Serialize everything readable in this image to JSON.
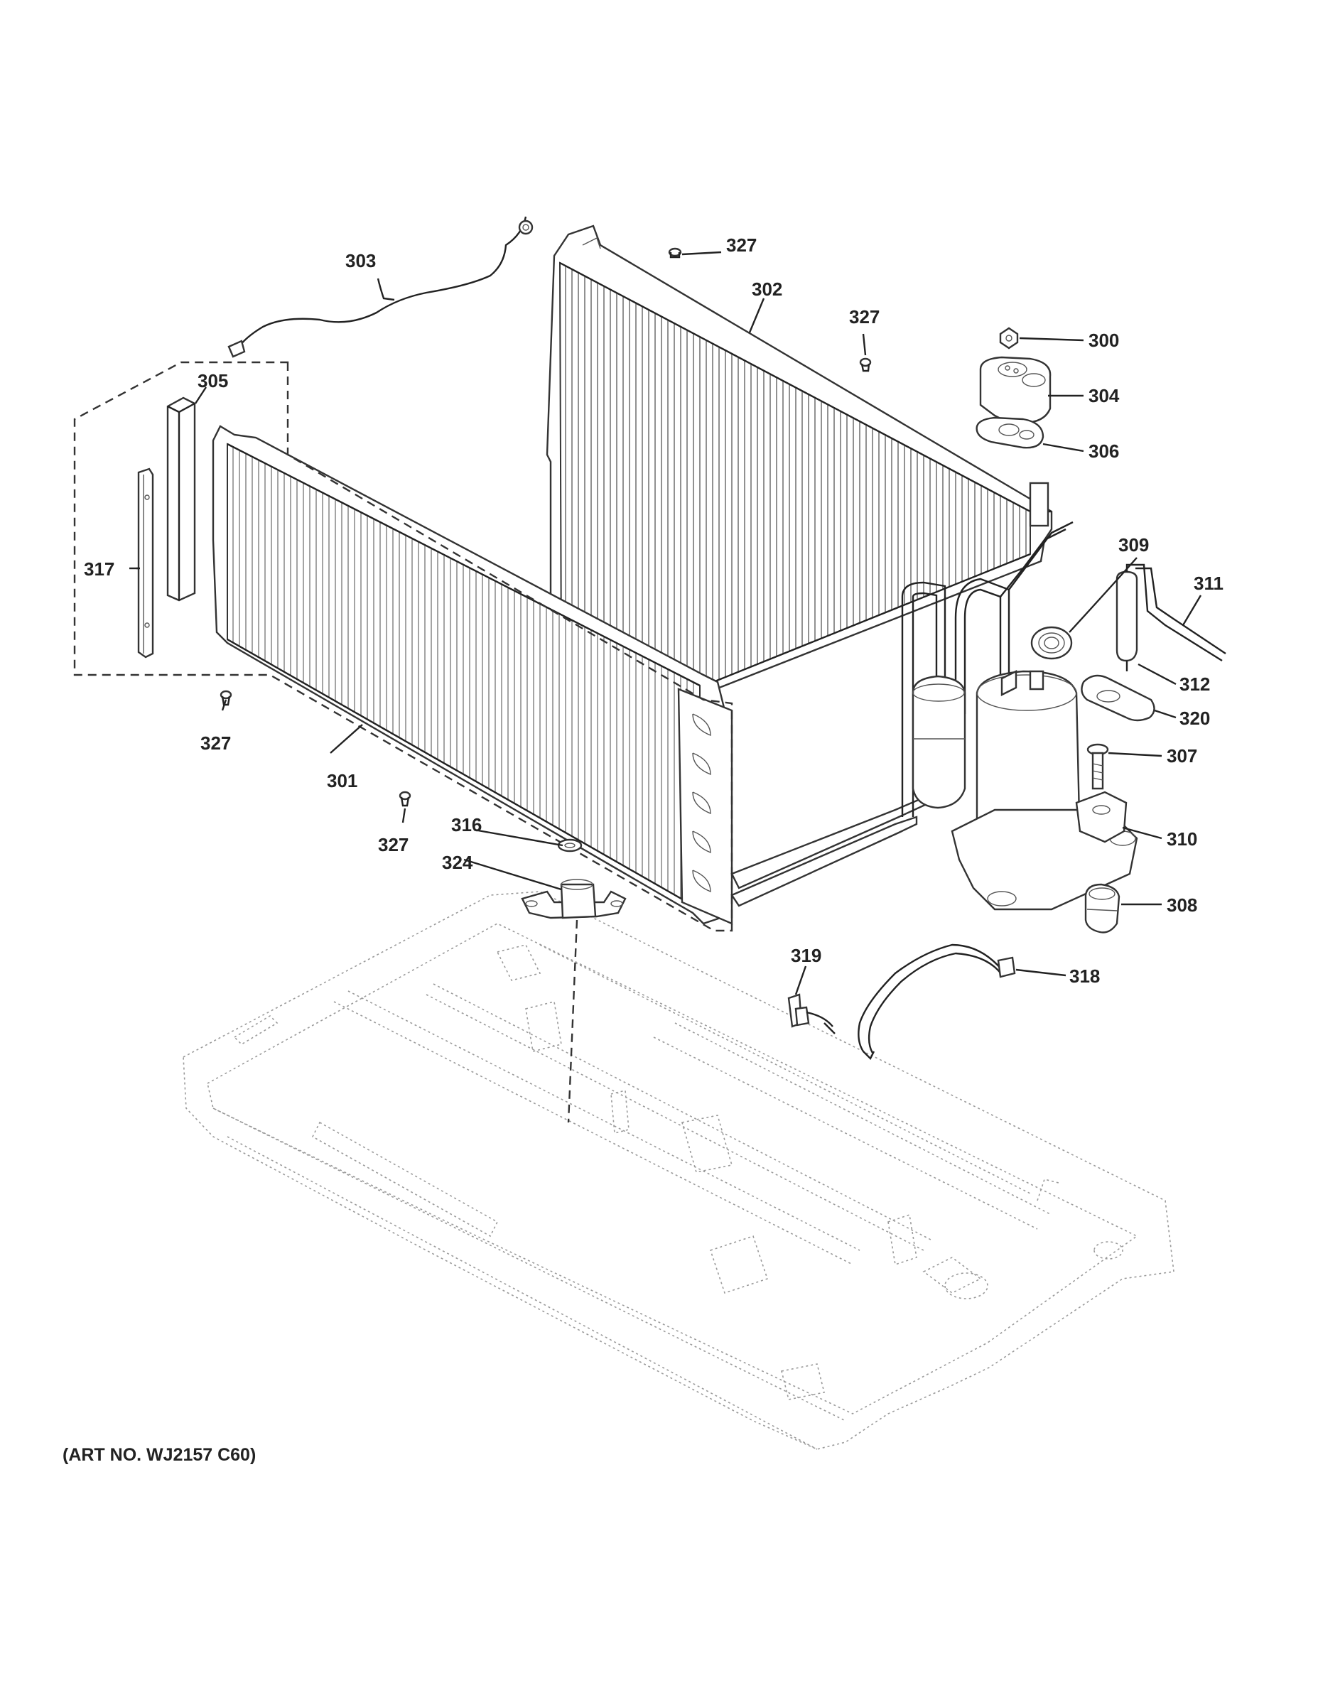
{
  "diagram": {
    "art_number": "(ART NO. WJ2157 C60)",
    "labels": {
      "p300": "300",
      "p301": "301",
      "p302": "302",
      "p303": "303",
      "p304": "304",
      "p305": "305",
      "p306": "306",
      "p307": "307",
      "p308": "308",
      "p309": "309",
      "p310": "310",
      "p311": "311",
      "p312": "312",
      "p316": "316",
      "p317": "317",
      "p318": "318",
      "p319": "319",
      "p320": "320",
      "p324": "324",
      "p327a": "327",
      "p327b": "327",
      "p327c": "327",
      "p327d": "327"
    }
  }
}
